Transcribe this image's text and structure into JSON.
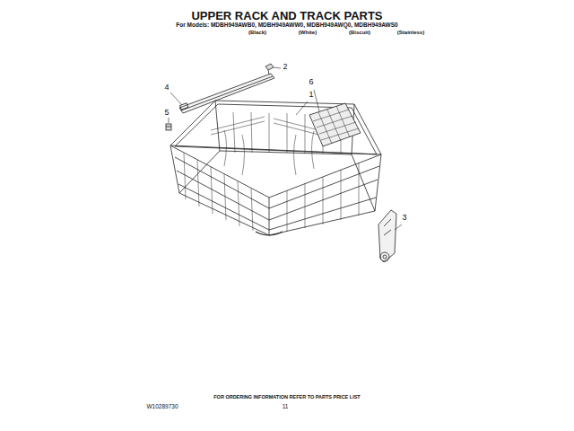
{
  "diagram": {
    "title": "UPPER RACK AND TRACK PARTS",
    "labels": [
      "For Models: MDBH949AWB0, MDBH949AWW0, MDBH949AWQ0, MDBH949AWS0",
      "(Black)",
      "(White)",
      "(Biscuit)",
      "(Stainless)",
      "2",
      "4",
      "5",
      "6",
      "1",
      "3",
      "FOR ORDERING INFORMATION REFER TO PARTS PRICE LIST",
      "W10289730",
      "11"
    ]
  }
}
